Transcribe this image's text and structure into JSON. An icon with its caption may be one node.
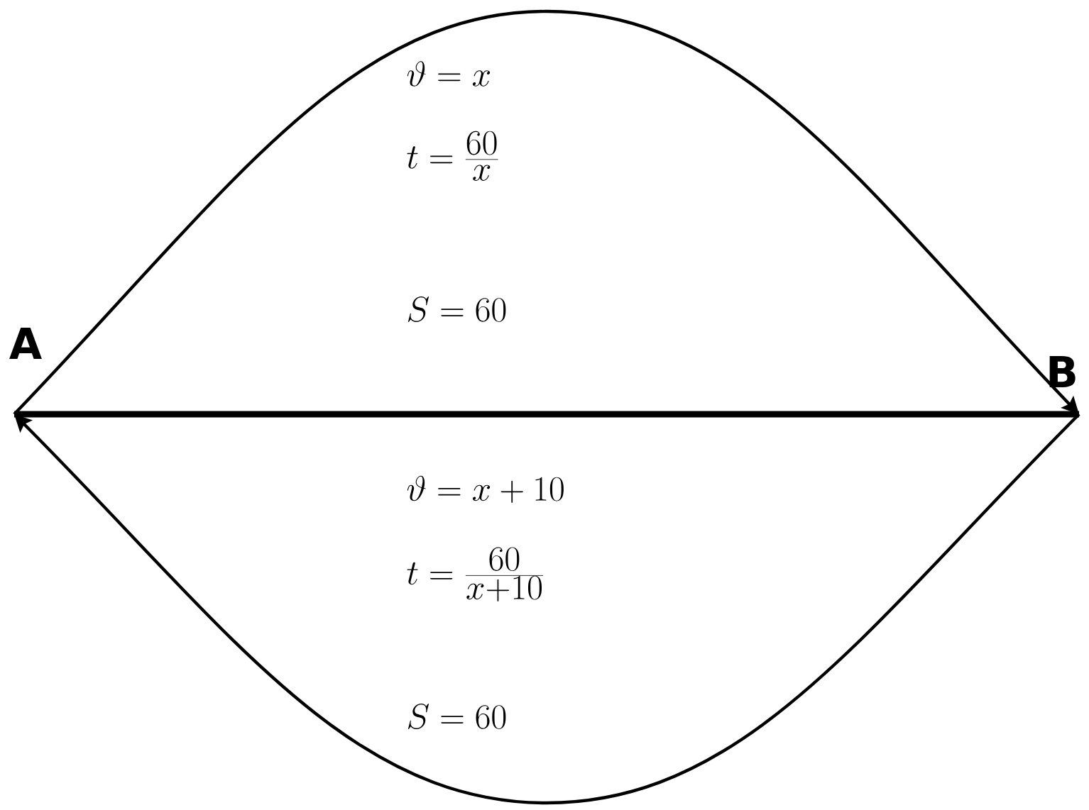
{
  "diagram": {
    "nodes": [
      {
        "text": [
          "A"
        ]
      },
      {
        "text": [
          "B"
        ]
      }
    ],
    "edges": [
      {
        "from": 0,
        "to": 1,
        "arrow": "none",
        "style": "thick"
      },
      {
        "from": 0,
        "to": 1,
        "arrow": "to"
      },
      {
        "from": 1,
        "to": 0,
        "arrow": "to"
      }
    ],
    "labels": [
      "\\vartheta = x",
      "t = \\frac{60}{x}",
      "S = 60",
      "\\vartheta = x + 10",
      "t = \\frac{60}{x+10}",
      "S = 60"
    ]
  }
}
